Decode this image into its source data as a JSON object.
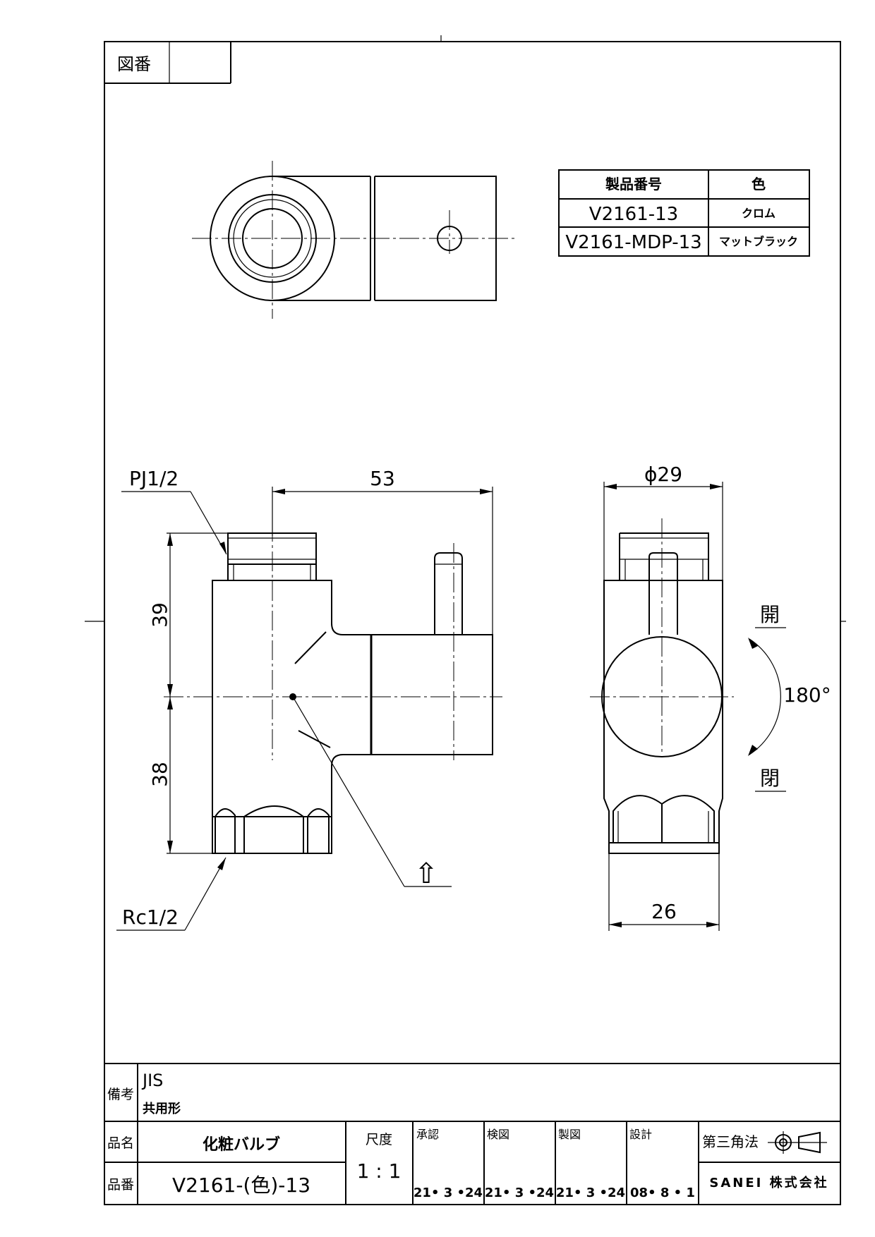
{
  "drawing_number": {
    "label": "図番",
    "value": ""
  },
  "product_table": {
    "headers": [
      "製品番号",
      "色"
    ],
    "rows": [
      {
        "number": "V2161-13",
        "color": "クロム"
      },
      {
        "number": "V2161-MDP-13",
        "color": "マットブラック"
      }
    ]
  },
  "dimensions": {
    "outlet_thread": "PJ1/2",
    "inlet_thread": "Rc1/2",
    "width": "53",
    "upper_height": "39",
    "lower_height": "38",
    "diameter": "ϕ29",
    "bottom_width": "26",
    "rotation": "180°",
    "open": "開",
    "close": "閉",
    "flow_arrow": "⇧"
  },
  "title_block": {
    "remarks_label": "備考",
    "remarks_line1": "JIS",
    "remarks_line2": "共用形",
    "name_label": "品名",
    "name_value": "化粧バルブ",
    "number_label": "品番",
    "number_value": "V2161-(色)-13",
    "scale_label": "尺度",
    "scale_value": "1 : 1",
    "approved_label": "承認",
    "approved_date": "21• 3 •24",
    "checked_label": "検図",
    "checked_date": "21• 3 •24",
    "drawn_label": "製図",
    "drawn_date": "21• 3 •24",
    "design_label": "設計",
    "design_date": "08• 8 • 1",
    "projection_label": "第三角法",
    "company": "SANEI 株式会社"
  }
}
